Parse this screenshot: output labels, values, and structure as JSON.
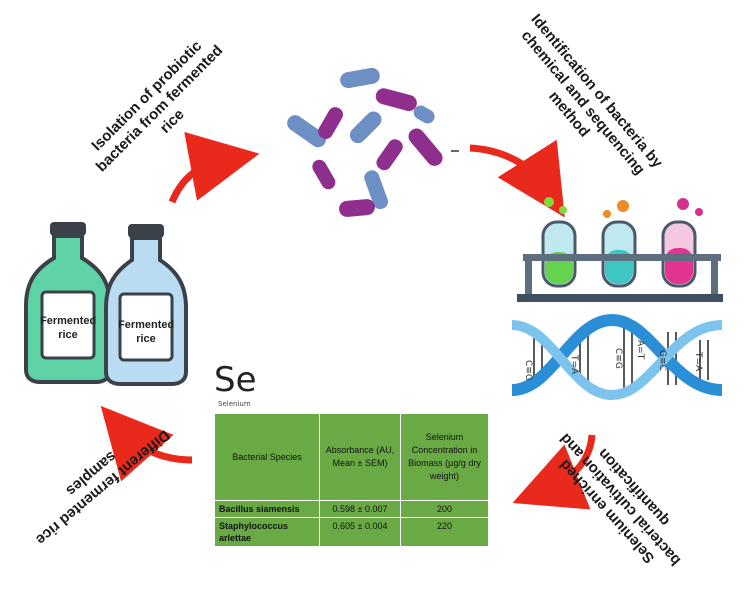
{
  "steps": {
    "isolation": [
      "Isolation of probiotic",
      "bacteria from fermented",
      "rice"
    ],
    "identification": [
      "Identification of bacteria by",
      "chemical and sequencing",
      "method"
    ],
    "selenium_cultivation": [
      "Selenium enriched",
      "bacterial cultivation and",
      "quantification"
    ],
    "samples": [
      "Different fermented rice",
      "samples"
    ]
  },
  "bottles": {
    "left_label": [
      "Fermented",
      "rice"
    ],
    "right_label": [
      "Fermented",
      "rice"
    ]
  },
  "element": {
    "symbol": "Se",
    "name": "Selenium"
  },
  "table": {
    "headers": [
      "Bacterial Species",
      "Absorbance (AU, Mean ± SEM)",
      "Selenium Concentration in Biomass (µg/g dry weight)"
    ],
    "rows": [
      [
        "Bacillus siamensis",
        "0.598 ± 0.007",
        "200"
      ],
      [
        "Staphylococcus arlettae",
        "0.605 ± 0.004",
        "220"
      ]
    ]
  },
  "colors": {
    "arrow": "#e8291c",
    "table_bg": "#6aaa45",
    "bottle_green": "#5fd3a6",
    "bottle_blue": "#b9dcf3",
    "bacteria_blue": "#6d8fc4",
    "bacteria_purple": "#8e2f8e"
  }
}
